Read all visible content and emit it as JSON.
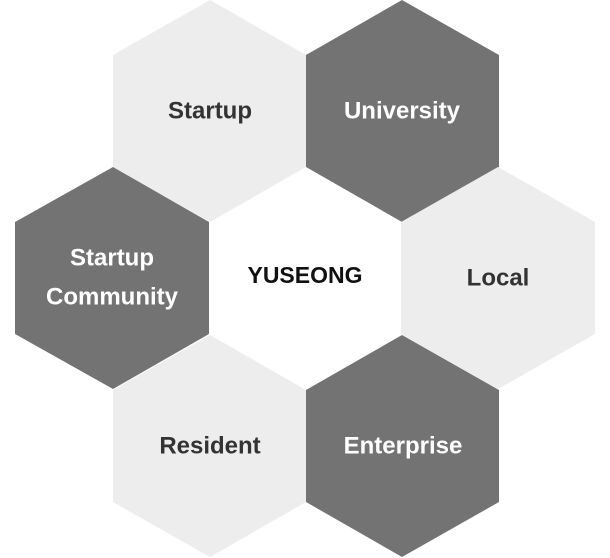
{
  "diagram": {
    "center": {
      "label": "YUSEONG",
      "color": "#111111"
    },
    "colors": {
      "light_fill": "#ededed",
      "dark_fill": "#737373",
      "light_text": "#333333",
      "dark_text": "#ffffff"
    },
    "nodes": [
      {
        "id": "startup",
        "label": "Startup",
        "style": "light"
      },
      {
        "id": "university",
        "label": "University",
        "style": "dark"
      },
      {
        "id": "startup-community",
        "label_line1": "Startup",
        "label_line2": "Community",
        "style": "dark"
      },
      {
        "id": "local",
        "label": "Local",
        "style": "light"
      },
      {
        "id": "resident",
        "label": "Resident",
        "style": "light"
      },
      {
        "id": "enterprise",
        "label": "Enterprise",
        "style": "dark"
      }
    ]
  }
}
